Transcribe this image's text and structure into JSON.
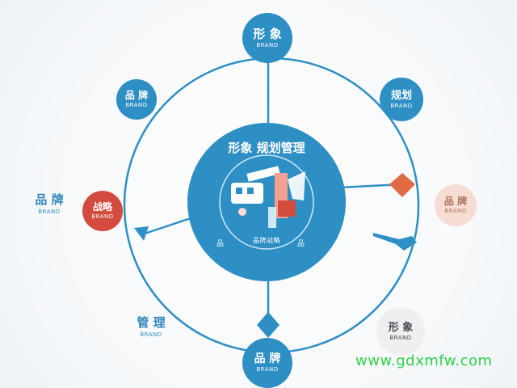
{
  "hub": {
    "title": "形象 规划管理",
    "sub_left": "品",
    "sub_right": "品",
    "sub": "品牌战略"
  },
  "nodes": {
    "top": {
      "title": "形 象",
      "sub": "BRAND"
    },
    "upper_left": {
      "title": "品 牌",
      "sub": "BRAND"
    },
    "upper_right": {
      "title": "规划",
      "sub": "BRAND"
    },
    "left_outer": {
      "title": "品 牌",
      "sub": "BRAND"
    },
    "left_inner": {
      "title": "战略",
      "sub": "BRAND"
    },
    "right_pink": {
      "title": "品 牌",
      "sub": "BRAND"
    },
    "lower_left": {
      "title": "管 理",
      "sub": "BRAND"
    },
    "lower_right": {
      "title": "形 象",
      "sub": "BRAND"
    },
    "bottom": {
      "title": "品 牌",
      "sub": "BRAND"
    }
  },
  "watermark": "www.gdxmfw.com",
  "colors": {
    "primary": "#2e8fc4",
    "accent": "#d24b3c",
    "pink": "#f6dcd3",
    "grey": "#efefef",
    "watermark": "#2fd14a"
  }
}
